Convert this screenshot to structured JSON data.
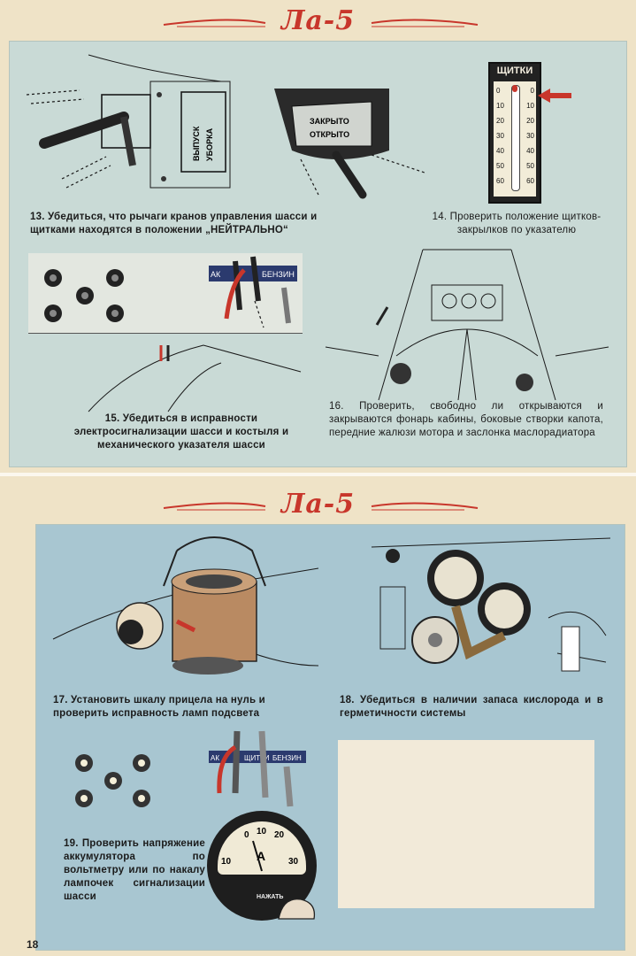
{
  "top_page": {
    "title": "Ла-5",
    "steps": {
      "s13": "13. Убедиться, что рычаги кранов управления шасси и щитками находятся в положении „НЕЙТРАЛЬНО“",
      "s14": "14. Проверить положение щитков-закрылков по указателю",
      "s15": "15. Убедиться в исправности электросигнализации шасси и костыля и механического указателя шасси",
      "s16": "16. Проверить, свободно ли открываются и закрываются фонарь кабины, боковые створки капота, передние жалюзи мотора и заслонка маслорадиатора"
    },
    "gauge": {
      "label": "ЩИТКИ",
      "left_scale": [
        "0",
        "10",
        "20",
        "30",
        "40",
        "50",
        "60"
      ],
      "right_scale": [
        "0",
        "10",
        "20",
        "30",
        "40",
        "50",
        "60"
      ]
    },
    "crane_plate": [
      "ВЫПУСК",
      "УБОРКА"
    ],
    "valve_plate": [
      "ЗАКРЫТО",
      "ОТКРЫТО"
    ],
    "switch_tags": [
      "АК",
      "БЕНЗИН"
    ]
  },
  "bottom_page": {
    "title": "Ла-5",
    "steps": {
      "s17": "17. Установить шкалу прицела на нуль и проверить исправность ламп подсвета",
      "s18": "18. Убедиться в наличии запаса кислорода и в герметичности системы",
      "s19": "19. Проверить напряжение аккумулятора по вольтметру или по накалу лампочек сигнализации шасси"
    },
    "switch_tags": [
      "АК",
      "ЩИТКИ",
      "БЕНЗИН"
    ],
    "voltmeter": {
      "ticks": [
        "10",
        "0",
        "10",
        "20",
        "30"
      ],
      "unit": "А",
      "button": "НАЖАТЬ"
    },
    "page_number": "18"
  },
  "colors": {
    "accent_red": "#c8362b",
    "panel_blue": "#a8c6d1",
    "panel_grey": "#c9dad6",
    "paper": "#efe3c7"
  }
}
